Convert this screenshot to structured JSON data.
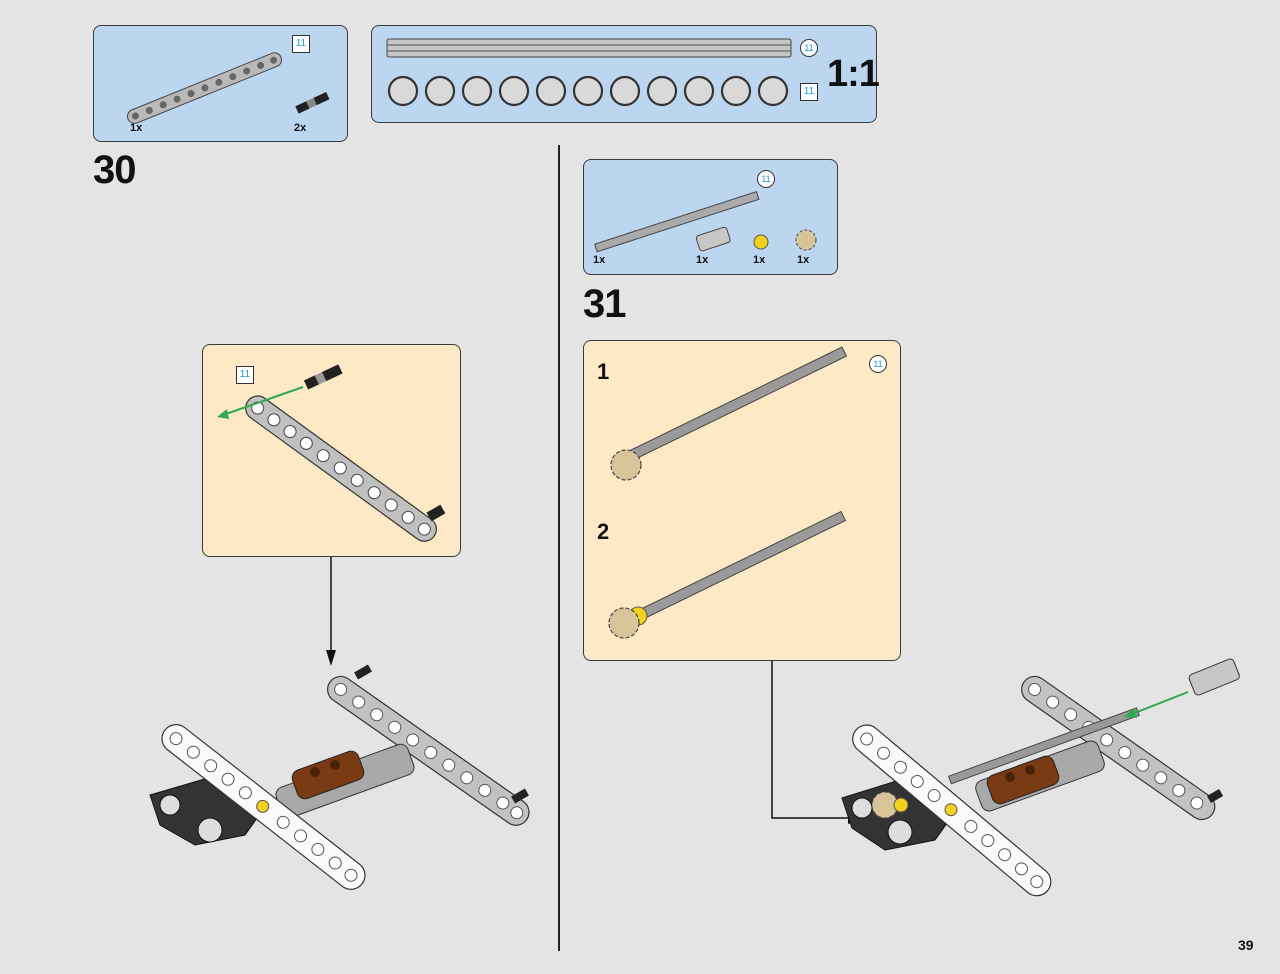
{
  "page": {
    "number": "39"
  },
  "step30": {
    "number": "30",
    "parts_callout": {
      "badge": "11",
      "items": [
        {
          "name": "liftarm-beam-11",
          "qty": "1x"
        },
        {
          "name": "pin-with-axle",
          "qty": "2x"
        }
      ]
    },
    "sub_callout": {
      "badge": "11"
    }
  },
  "scale_reference": {
    "label": "1:1",
    "axle_badge": "11",
    "beam_badge": "11"
  },
  "step31": {
    "number": "31",
    "parts_callout": {
      "badge": "11",
      "items": [
        {
          "name": "axle-11",
          "qty": "1x"
        },
        {
          "name": "axle-connector",
          "qty": "1x"
        },
        {
          "name": "bush-yellow",
          "qty": "1x"
        },
        {
          "name": "gear-tan",
          "qty": "1x"
        }
      ]
    },
    "sub_callout": {
      "badge": "11",
      "substeps": [
        {
          "label": "1"
        },
        {
          "label": "2"
        }
      ]
    }
  },
  "colors": {
    "callout_blue": "#bcd6f0",
    "callout_cream": "#fde9c6",
    "badge_text": "#1a9ad6",
    "arrow_green": "#2fa84f",
    "brown_part": "#7a3b14",
    "yellow_part": "#f2d21c",
    "tan_part": "#d9c49a"
  }
}
